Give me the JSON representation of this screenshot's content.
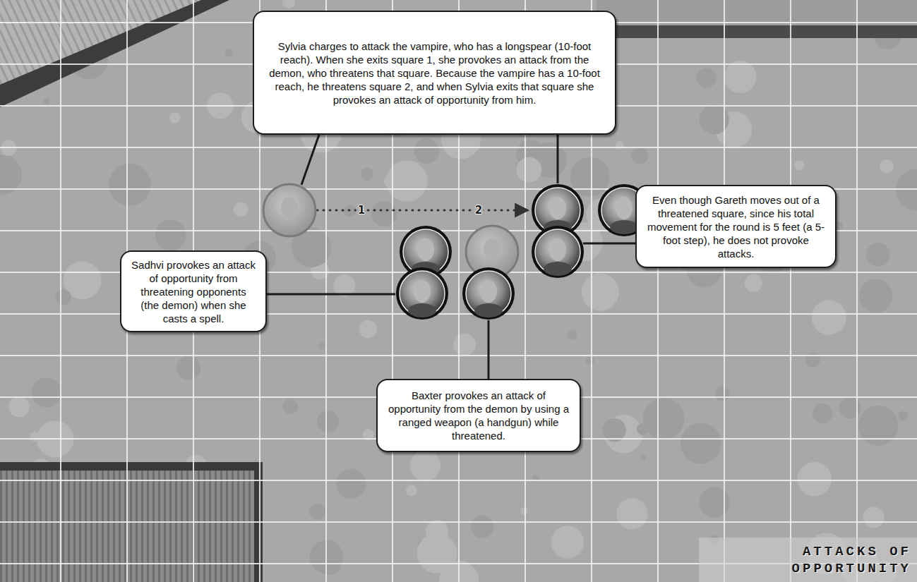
{
  "diagram": {
    "title": "ATTACKS OF OPPORTUNITY",
    "nodes": [
      {
        "text": [
          "Sylvia charges to attack the vampire, who has a longspear (10-foot reach). When she exits square 1, she provokes an attack from the demon, who threatens that square. Because the vampire has a 10-foot reach, he threatens square 2, and when Sylvia exits that square she provokes an attack of opportunity from him."
        ]
      },
      {
        "text": [
          "Even though Gareth moves out of a threatened square, since his total movement for the round is 5 feet (a 5-foot step), he does not provoke attacks."
        ]
      },
      {
        "text": [
          "Sadhvi provokes an attack of opportunity from threatening opponents (the demon) when she casts a spell."
        ]
      },
      {
        "text": [
          "Baxter provokes an attack of opportunity from the demon by using a ranged weapon (a handgun) while threatened."
        ]
      }
    ],
    "labels": [
      "1",
      "2"
    ]
  }
}
